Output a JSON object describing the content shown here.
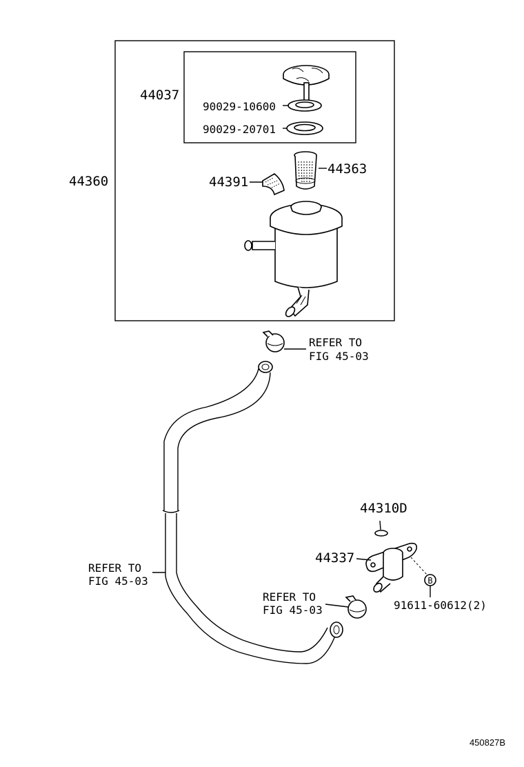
{
  "labels": {
    "assembly": "44360",
    "cap_sub_assy": "44037",
    "gasket_1": "90029-10600",
    "gasket_2": "90029-20701",
    "strainer": "44363",
    "band": "44391",
    "refer_top_1": "REFER TO",
    "refer_top_2": "FIG 45-03",
    "refer_left_1": "REFER TO",
    "refer_left_2": "FIG 45-03",
    "refer_right_1": "REFER TO",
    "refer_right_2": "FIG 45-03",
    "oring": "44310D",
    "union": "44337",
    "bolt": "91611-60612(2)",
    "bolt_marker": "B",
    "figure_id": "450827B"
  }
}
